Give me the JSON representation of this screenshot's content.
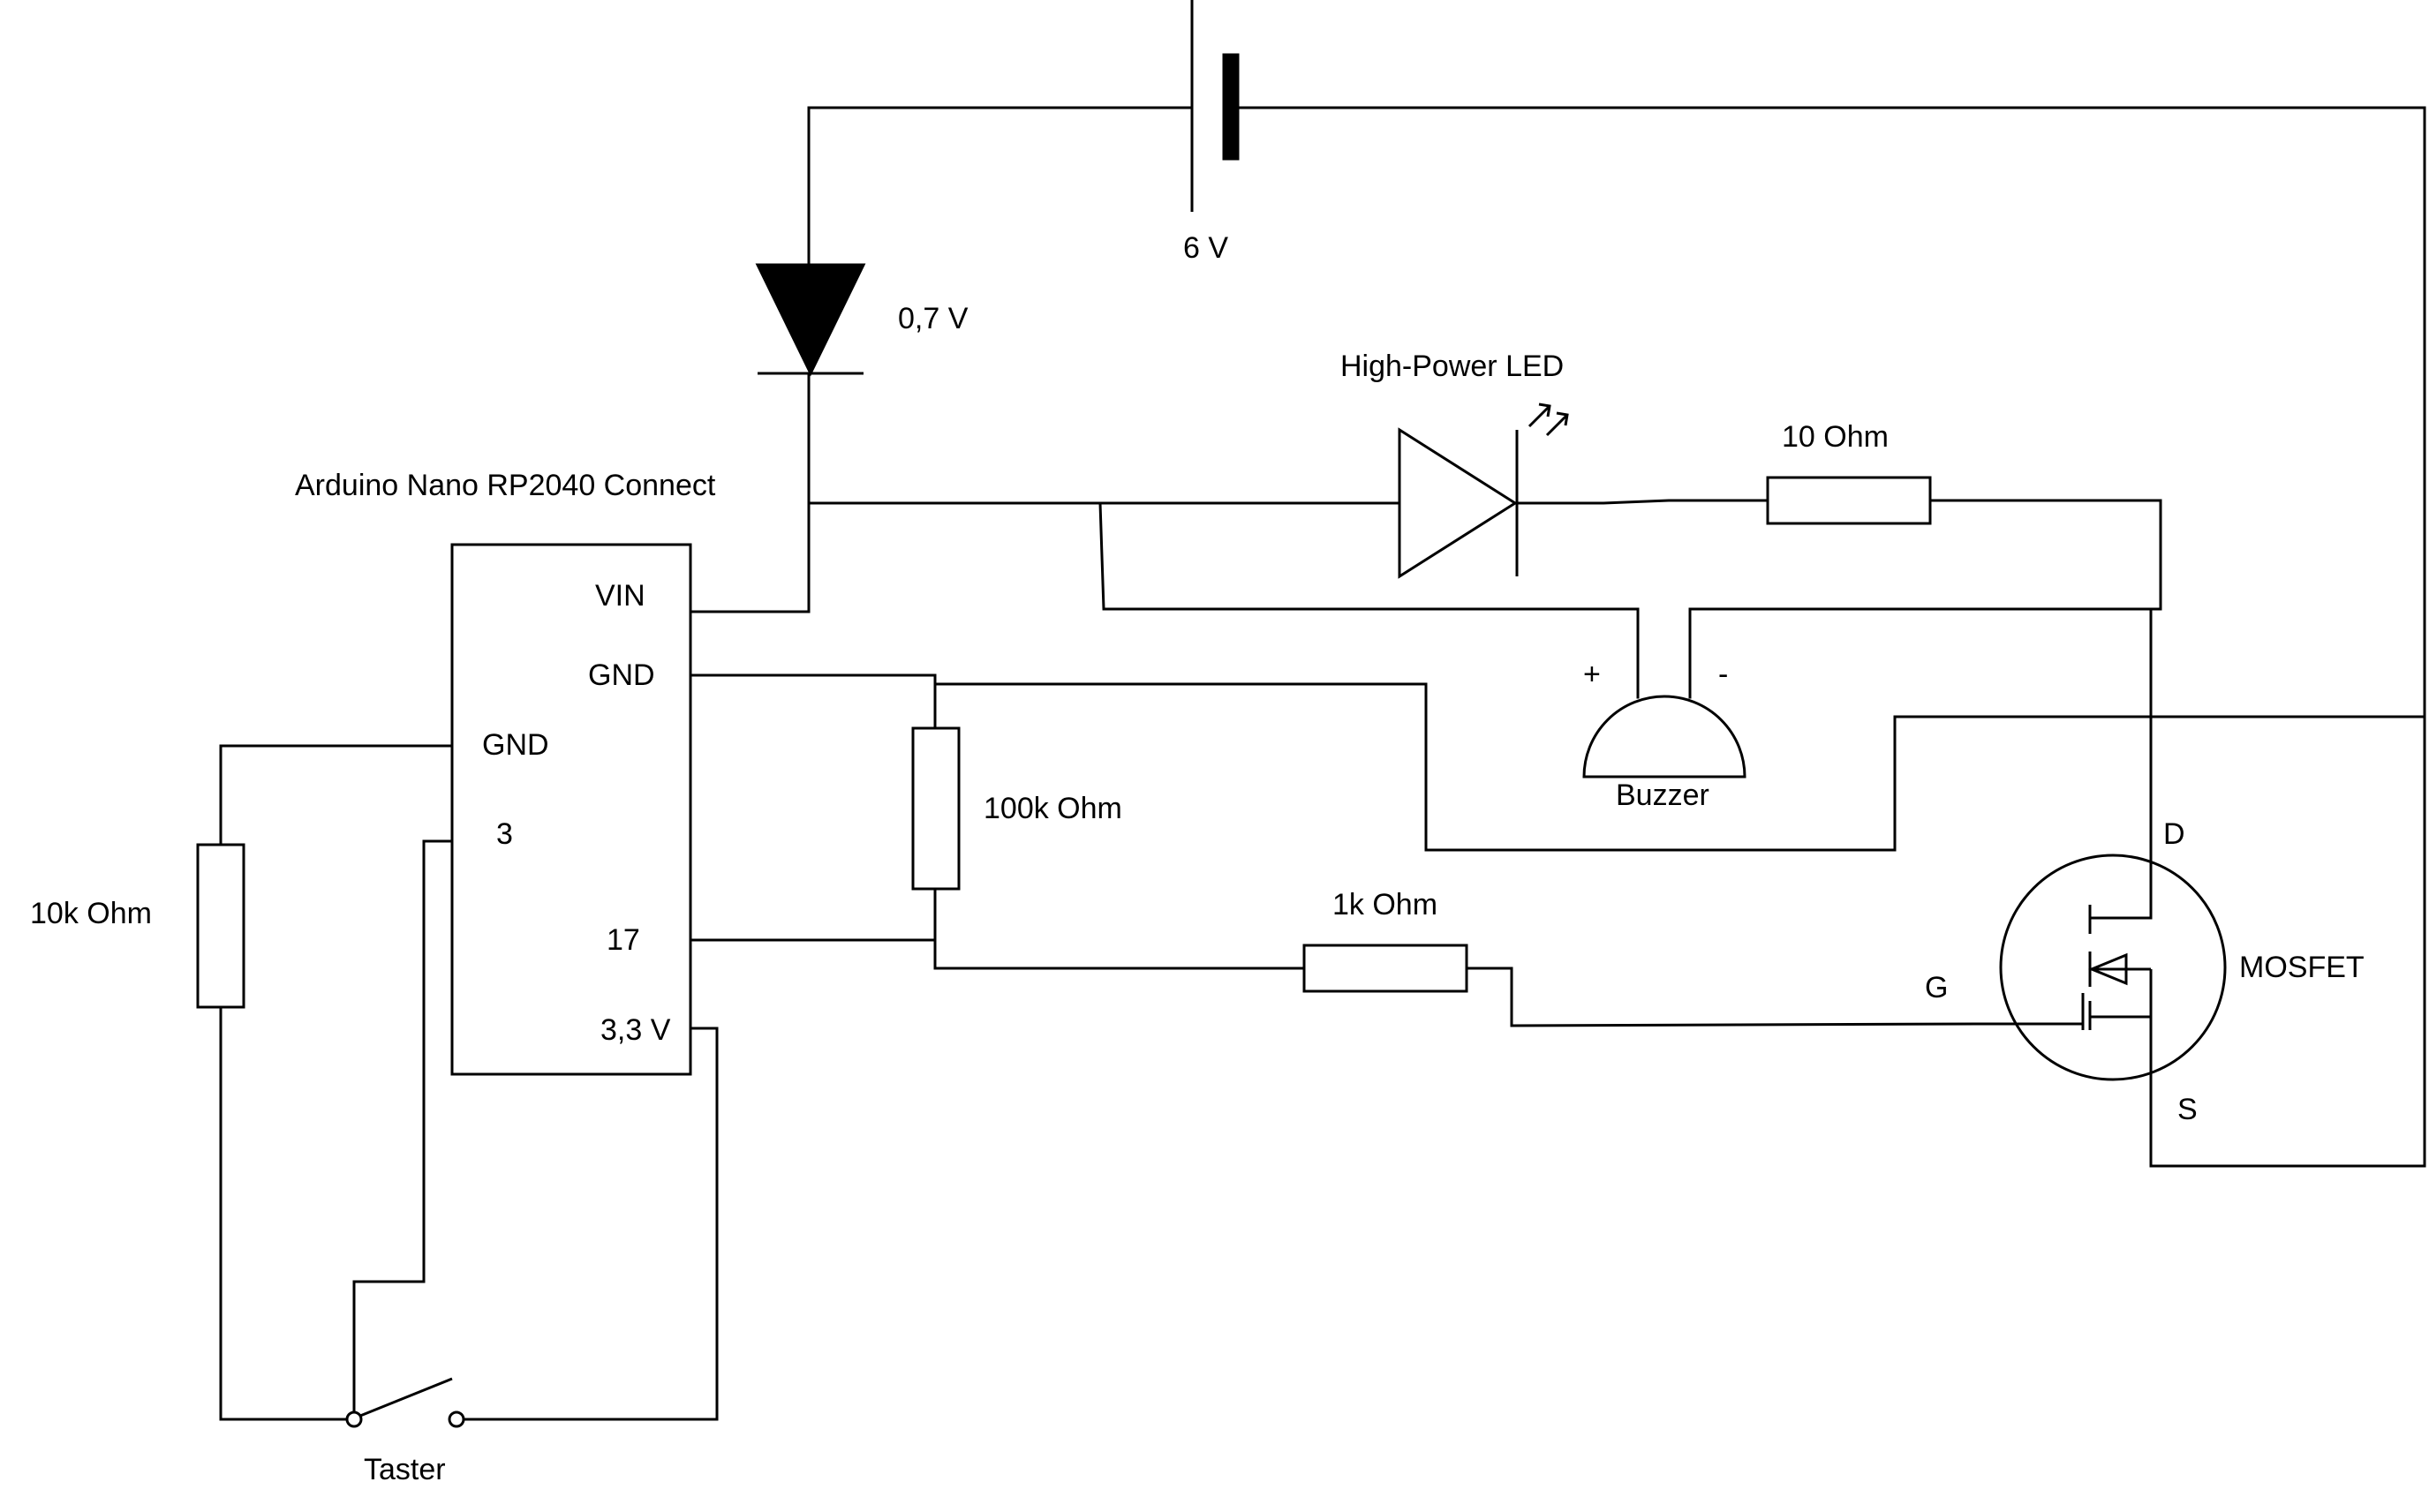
{
  "labels": {
    "battery": "6 V",
    "diode": "0,7 V",
    "led": "High-Power LED",
    "r10": "10 Ohm",
    "arduino": "Arduino Nano RP2040 Connect",
    "pin_vin": "VIN",
    "pin_gnd_right": "GND",
    "pin_gnd_left": "GND",
    "pin_3": "3",
    "pin_17": "17",
    "pin_33v": "3,3 V",
    "r100k": "100k Ohm",
    "r1k": "1k Ohm",
    "r10k": "10k Ohm",
    "buzzer": "Buzzer",
    "buzzer_plus": "+",
    "buzzer_minus": "-",
    "mosfet": "MOSFET",
    "mosfet_d": "D",
    "mosfet_g": "G",
    "mosfet_s": "S",
    "taster": "Taster"
  }
}
